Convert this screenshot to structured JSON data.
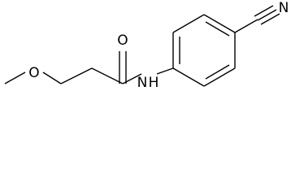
{
  "molecule": {
    "atoms": {
      "oxygen_ether": "O",
      "oxygen_carbonyl": "O",
      "nitrogen_amide": "N",
      "hydrogen_amide": "H",
      "nitrogen_nitrile": "N"
    }
  },
  "colors": {
    "bond": "#000000",
    "label": "#000000",
    "background": "#ffffff"
  }
}
